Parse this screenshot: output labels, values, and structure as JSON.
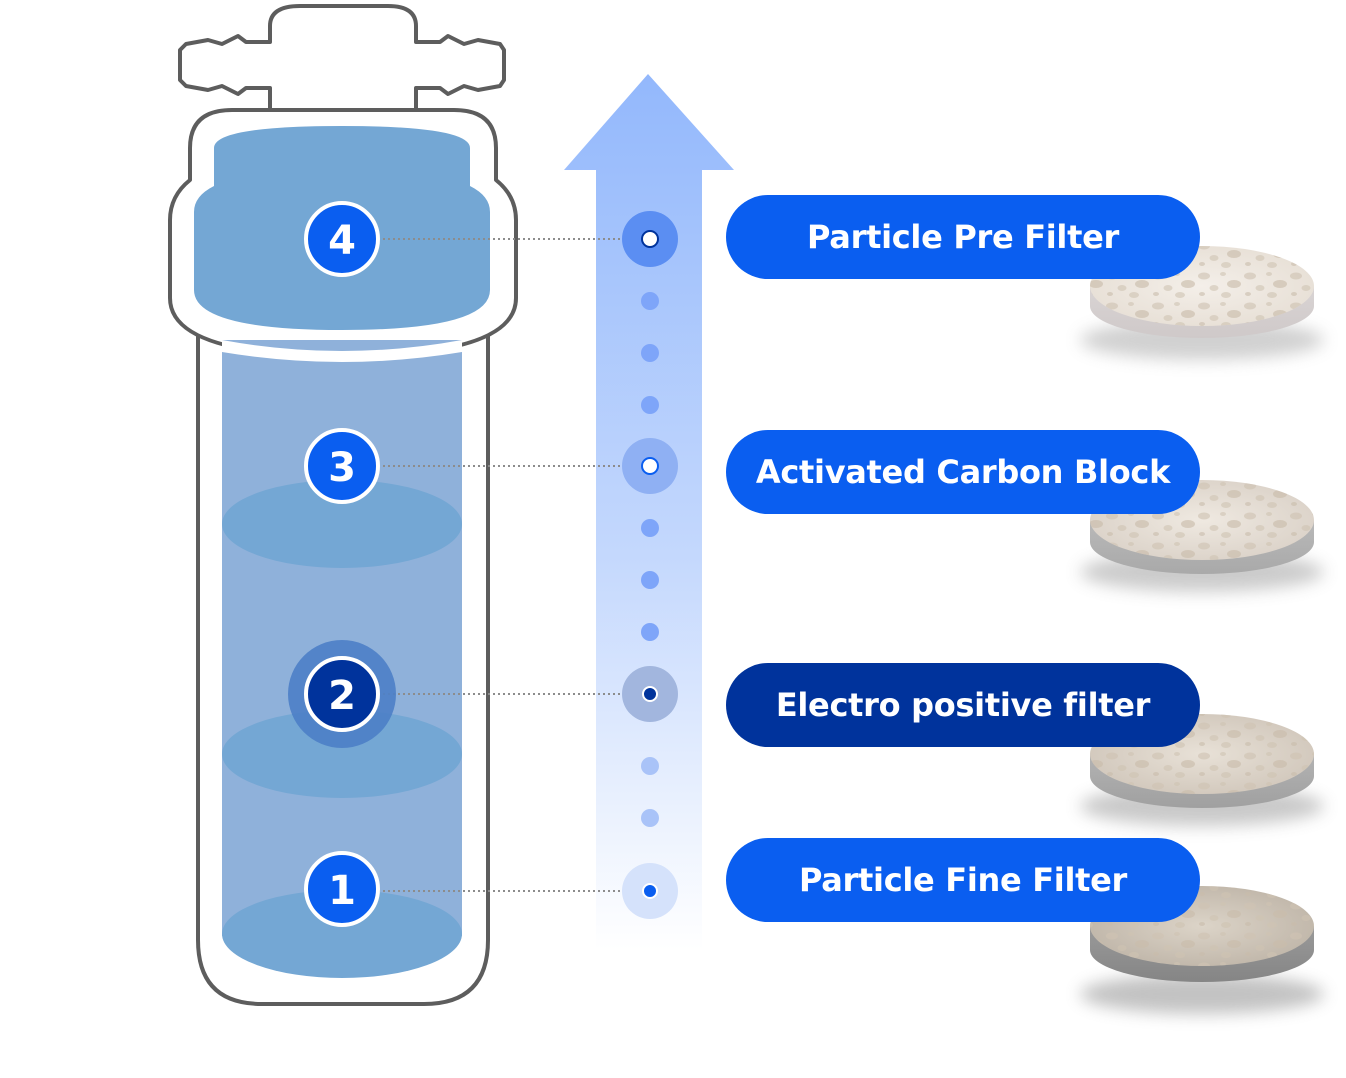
{
  "stages": [
    {
      "number": "4",
      "label": "Particle Pre Filter"
    },
    {
      "number": "3",
      "label": "Activated Carbon Block"
    },
    {
      "number": "2",
      "label": "Electro positive filter"
    },
    {
      "number": "1",
      "label": "Particle Fine Filter"
    }
  ],
  "colors": {
    "pill_primary": "#0a5ef0",
    "pill_dark": "#00339c",
    "water": "#8fb1da",
    "water_disc": "#74a7d4",
    "arrow": "#9bbdfc",
    "outline": "#5d5d5d"
  },
  "icons": {
    "filter_housing": "filter-cartridge-icon",
    "flow_arrow": "upward-arrow-icon",
    "filter_media": "porous-disc-icon"
  }
}
